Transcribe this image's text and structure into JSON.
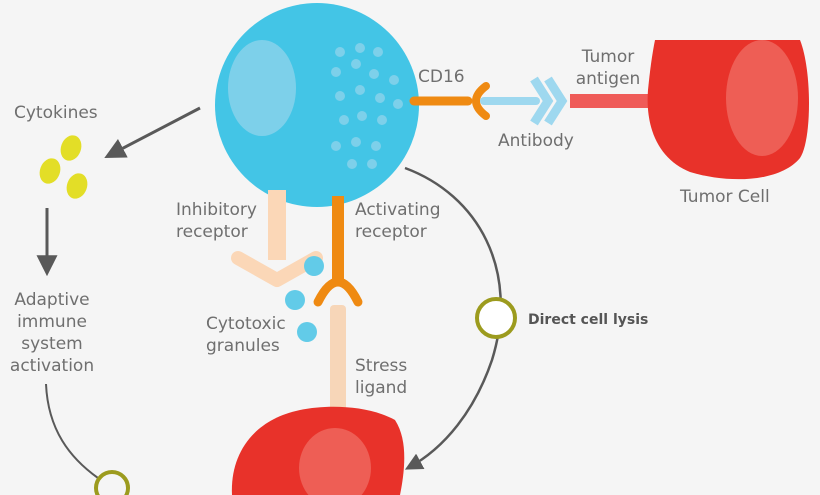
{
  "labels": {
    "cytokines": "Cytokines",
    "adaptive_line1": "Adaptive",
    "adaptive_line2": "immune",
    "adaptive_line3": "system",
    "adaptive_line4": "activation",
    "inhibitory_line1": "Inhibitory",
    "inhibitory_line2": "receptor",
    "activating_line1": "Activating",
    "activating_line2": "receptor",
    "cytotoxic_line1": "Cytotoxic",
    "cytotoxic_line2": "granules",
    "stress_line1": "Stress",
    "stress_line2": "ligand",
    "cd16": "CD16",
    "antibody": "Antibody",
    "tumor_antigen_line1": "Tumor",
    "tumor_antigen_line2": "antigen",
    "tumor_cell": "Tumor Cell",
    "direct_lysis": "Direct cell lysis"
  },
  "colors": {
    "nk_cell": "#43c5e6",
    "nk_nucleus": "#7dd0ea",
    "tumor_cell": "#e8322a",
    "tumor_nucleus": "#ee5e55",
    "receptor_orange": "#ef8a12",
    "inhibitory_receptor": "#fbd7b7",
    "stress_ligand": "#f7d6b8",
    "antibody": "#9ed8ef",
    "tumor_antigen": "#ef5b58",
    "cytokine": "#e3de27",
    "granule": "#62cbe8",
    "arrow": "#595959",
    "lysis_ring": "#9c9b1e"
  }
}
